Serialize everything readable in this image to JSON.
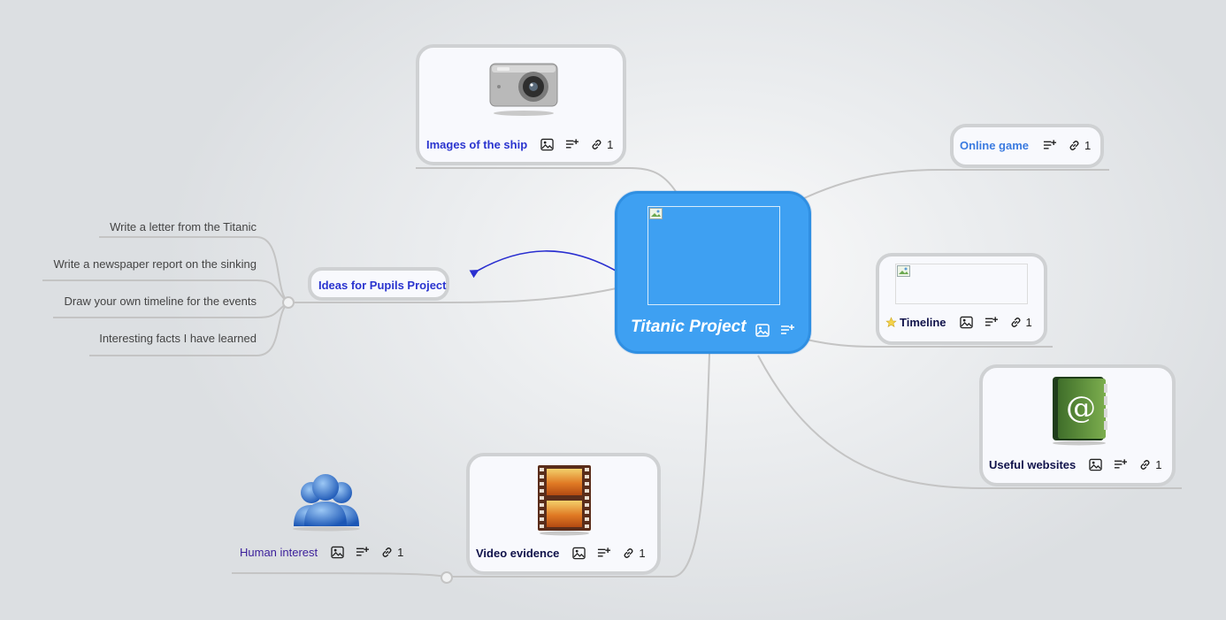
{
  "central": {
    "title": "Titanic Project",
    "icons": [
      "image-icon",
      "notes-icon"
    ]
  },
  "nodes": {
    "images": {
      "label": "Images of the ship",
      "link_count": "1",
      "image": "camera"
    },
    "online_game": {
      "label": "Online game",
      "link_count": "1"
    },
    "timeline": {
      "label": "Timeline",
      "link_count": "1",
      "marker": "star"
    },
    "websites": {
      "label": "Useful websites",
      "link_count": "1",
      "image": "address-book"
    },
    "video": {
      "label": "Video evidence",
      "link_count": "1",
      "image": "film-strip"
    },
    "human": {
      "label": "Human interest",
      "link_count": "1",
      "image": "people"
    },
    "ideas": {
      "label": "Ideas for Pupils Project",
      "children": [
        "Write a letter from the Titanic",
        "Write a newspaper report on the sinking",
        "Draw your own timeline for the events",
        "Interesting facts I have learned"
      ]
    }
  },
  "colors": {
    "central_fill": "#3ea0f2",
    "link_label_blue": "#2a34cf",
    "online_label_blue": "#3b7be0",
    "dark_label": "#10124a",
    "human_label": "#3a1e9a",
    "connector_gray": "#c4c4c4",
    "arrow_blue": "#2a2fd0"
  }
}
